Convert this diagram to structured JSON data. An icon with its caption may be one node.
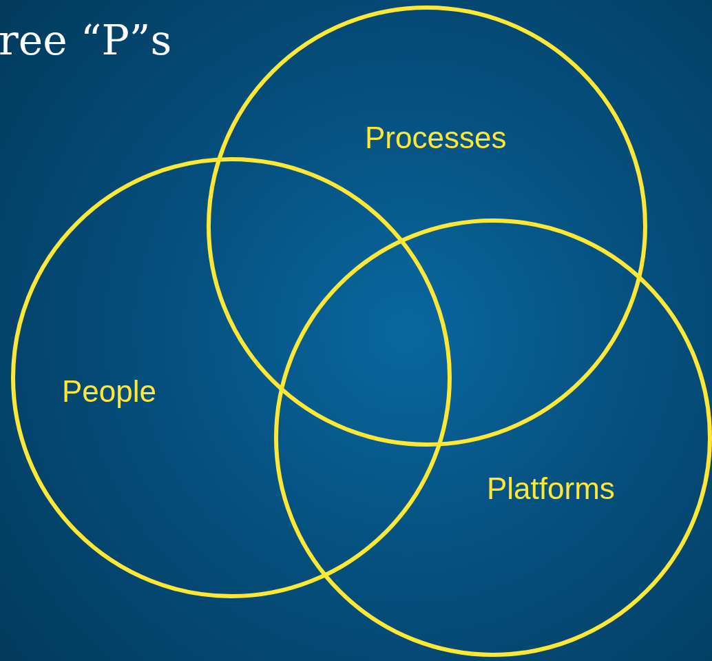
{
  "diagram": {
    "title": "ree “P”s",
    "nodes": [
      {
        "text": [
          "Processes"
        ]
      },
      {
        "text": [
          "People"
        ]
      },
      {
        "text": [
          "Platforms"
        ]
      }
    ]
  }
}
